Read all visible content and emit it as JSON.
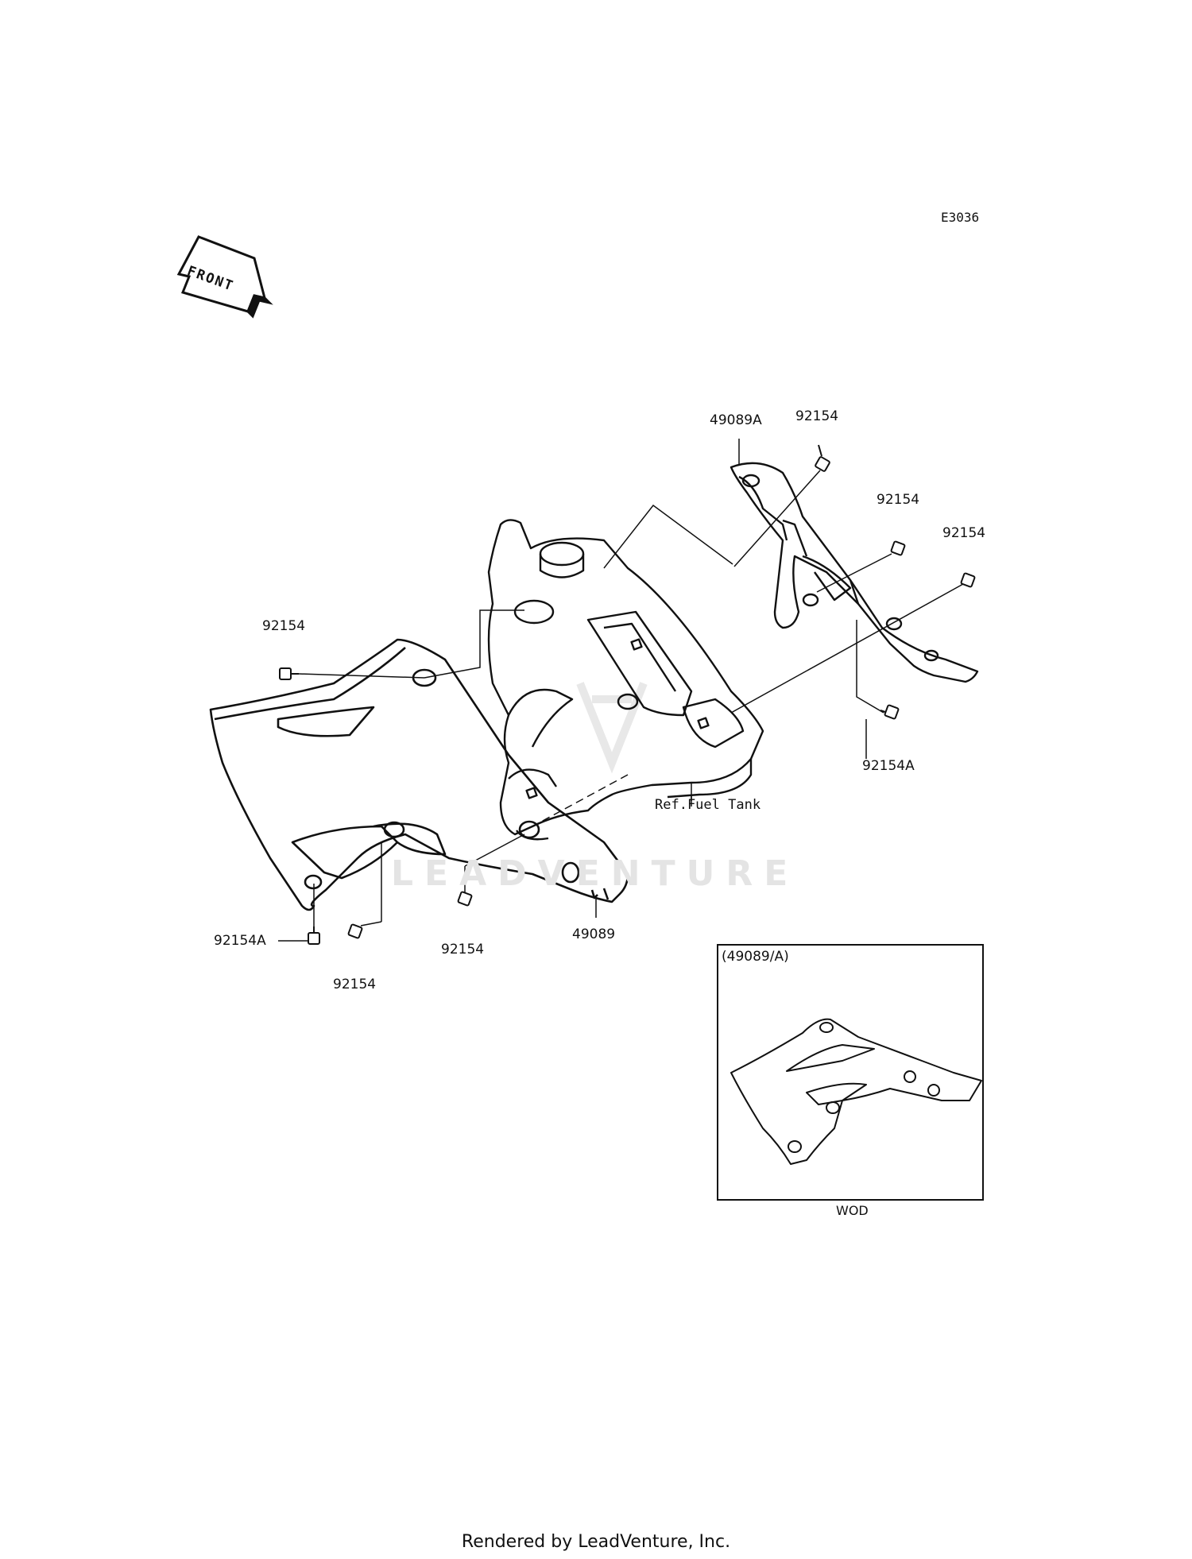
{
  "diagram_code": "E3036",
  "front_arrow_label": "FRONT",
  "watermark": "LEADVENTURE",
  "labels": {
    "p49089A": "49089A",
    "p92154_top": "92154",
    "p92154_mid_right": "92154",
    "p92154_far_right": "92154",
    "p92154A_right": "92154A",
    "p92154_left": "92154",
    "p92154A_bottom": "92154A",
    "p92154_bottom": "92154",
    "p92154_center": "92154",
    "p49089": "49089",
    "ref_fuel_tank": "Ref.Fuel Tank"
  },
  "inset": {
    "title": "(49089/A)",
    "caption": "WOD"
  },
  "footer": "Rendered by LeadVenture, Inc."
}
